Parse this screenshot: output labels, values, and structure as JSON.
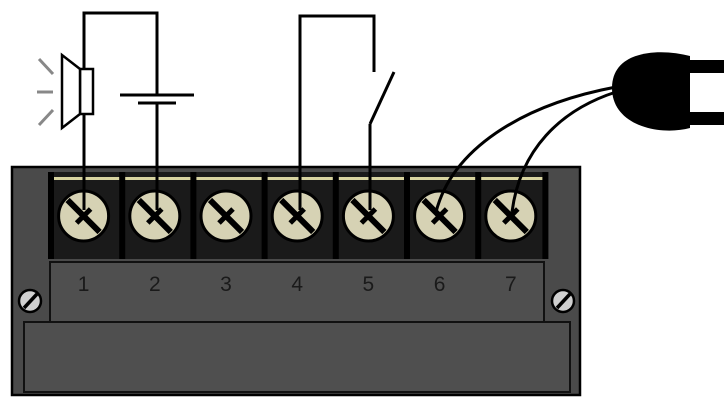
{
  "terminal_block": {
    "terminals": [
      {
        "number": "1",
        "connection": "speaker"
      },
      {
        "number": "2",
        "connection": "battery"
      },
      {
        "number": "3",
        "connection": "none"
      },
      {
        "number": "4",
        "connection": "switch"
      },
      {
        "number": "5",
        "connection": "switch"
      },
      {
        "number": "6",
        "connection": "power-plug"
      },
      {
        "number": "7",
        "connection": "power-plug"
      }
    ]
  },
  "components": {
    "speaker": {
      "icon": "speaker-icon"
    },
    "battery": {
      "icon": "battery-icon"
    },
    "switch": {
      "icon": "switch-icon"
    },
    "plug": {
      "icon": "power-plug-icon"
    },
    "mounting_screws": {
      "icon": "screw-icon",
      "count": 2
    }
  },
  "colors": {
    "housing": "#4a4a4a",
    "strip_band": "#d8d4a0",
    "screw_fill": "#d6d2b4",
    "screw_slot": "#000000",
    "panel": "#4f4f4f",
    "wire": "#000000"
  }
}
